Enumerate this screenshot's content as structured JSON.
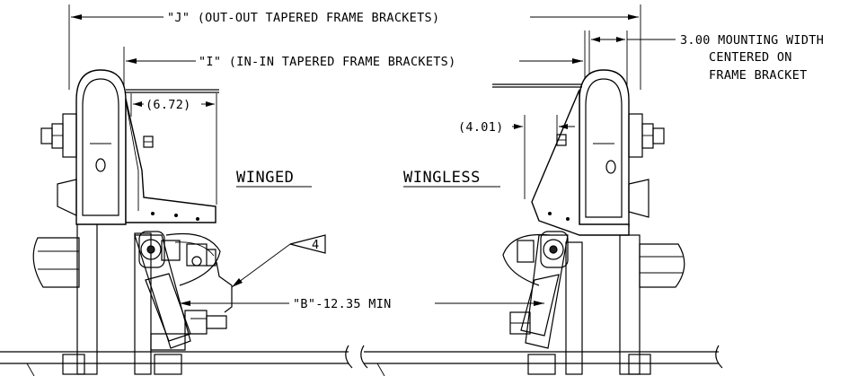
{
  "labels": {
    "dim_j": "\"J\" (OUT-OUT TAPERED FRAME BRACKETS)",
    "dim_i": "\"I\" (IN-IN TAPERED FRAME BRACKETS)",
    "mounting_1": "3.00 MOUNTING WIDTH",
    "mounting_2": "CENTERED ON",
    "mounting_3": "FRAME BRACKET",
    "dim_672": "(6.72)",
    "dim_401": "(4.01)",
    "winged": "WINGED",
    "wingless": "WINGLESS",
    "note_num": "4",
    "dim_b": "\"B\"-12.35 MIN"
  }
}
